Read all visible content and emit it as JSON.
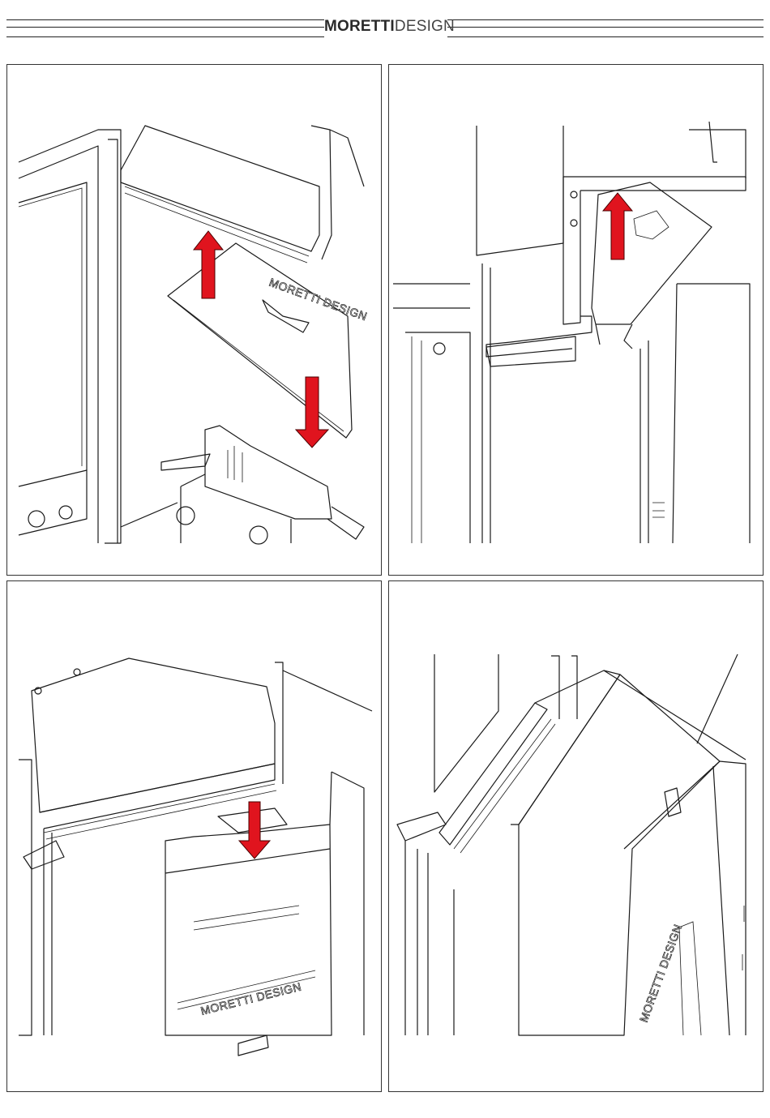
{
  "header": {
    "brand_bold": "MORETTI",
    "brand_light": "DESIGN"
  },
  "colors": {
    "arrow_fill": "#e0141e",
    "line": "#1a1a1a"
  },
  "figures": [
    {
      "embossed_text": "MORETTI DESIGN",
      "arrows": [
        "up",
        "down"
      ]
    },
    {
      "embossed_text": "",
      "arrows": [
        "up"
      ]
    },
    {
      "embossed_text": "MORETTI DESIGN",
      "arrows": [
        "down"
      ]
    },
    {
      "embossed_text": "MORETTI DESIGN",
      "arrows": []
    }
  ]
}
